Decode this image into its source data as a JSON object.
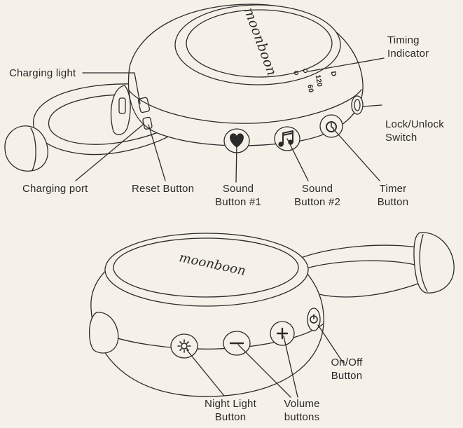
{
  "colors": {
    "background": "#f5f1e9",
    "line": "#2a2a2a",
    "body_fill": "#f5f1e9"
  },
  "brand": {
    "top_logo": "moonboon",
    "bottom_logo": "moonboon"
  },
  "top_device": {
    "timer_marks": [
      "60",
      "120",
      "D"
    ],
    "labels": {
      "charging_light": "Charging light",
      "timing_indicator": [
        "Timing",
        "Indicator"
      ],
      "lock_unlock": [
        "Lock/Unlock",
        "Switch"
      ],
      "charging_port": "Charging port",
      "reset_button": "Reset Button",
      "sound_button_1": [
        "Sound",
        "Button #1"
      ],
      "sound_button_2": [
        "Sound",
        "Button #2"
      ],
      "timer_button": [
        "Timer",
        "Button"
      ]
    },
    "icons": [
      "heart-icon",
      "music-note-icon",
      "timer-icon"
    ]
  },
  "bottom_device": {
    "labels": {
      "on_off": [
        "On/Off",
        "Button"
      ],
      "night_light": [
        "Night Light",
        "Button"
      ],
      "volume": [
        "Volume",
        "buttons"
      ]
    },
    "icons": [
      "sun-icon",
      "minus-icon",
      "plus-icon",
      "power-icon"
    ]
  }
}
